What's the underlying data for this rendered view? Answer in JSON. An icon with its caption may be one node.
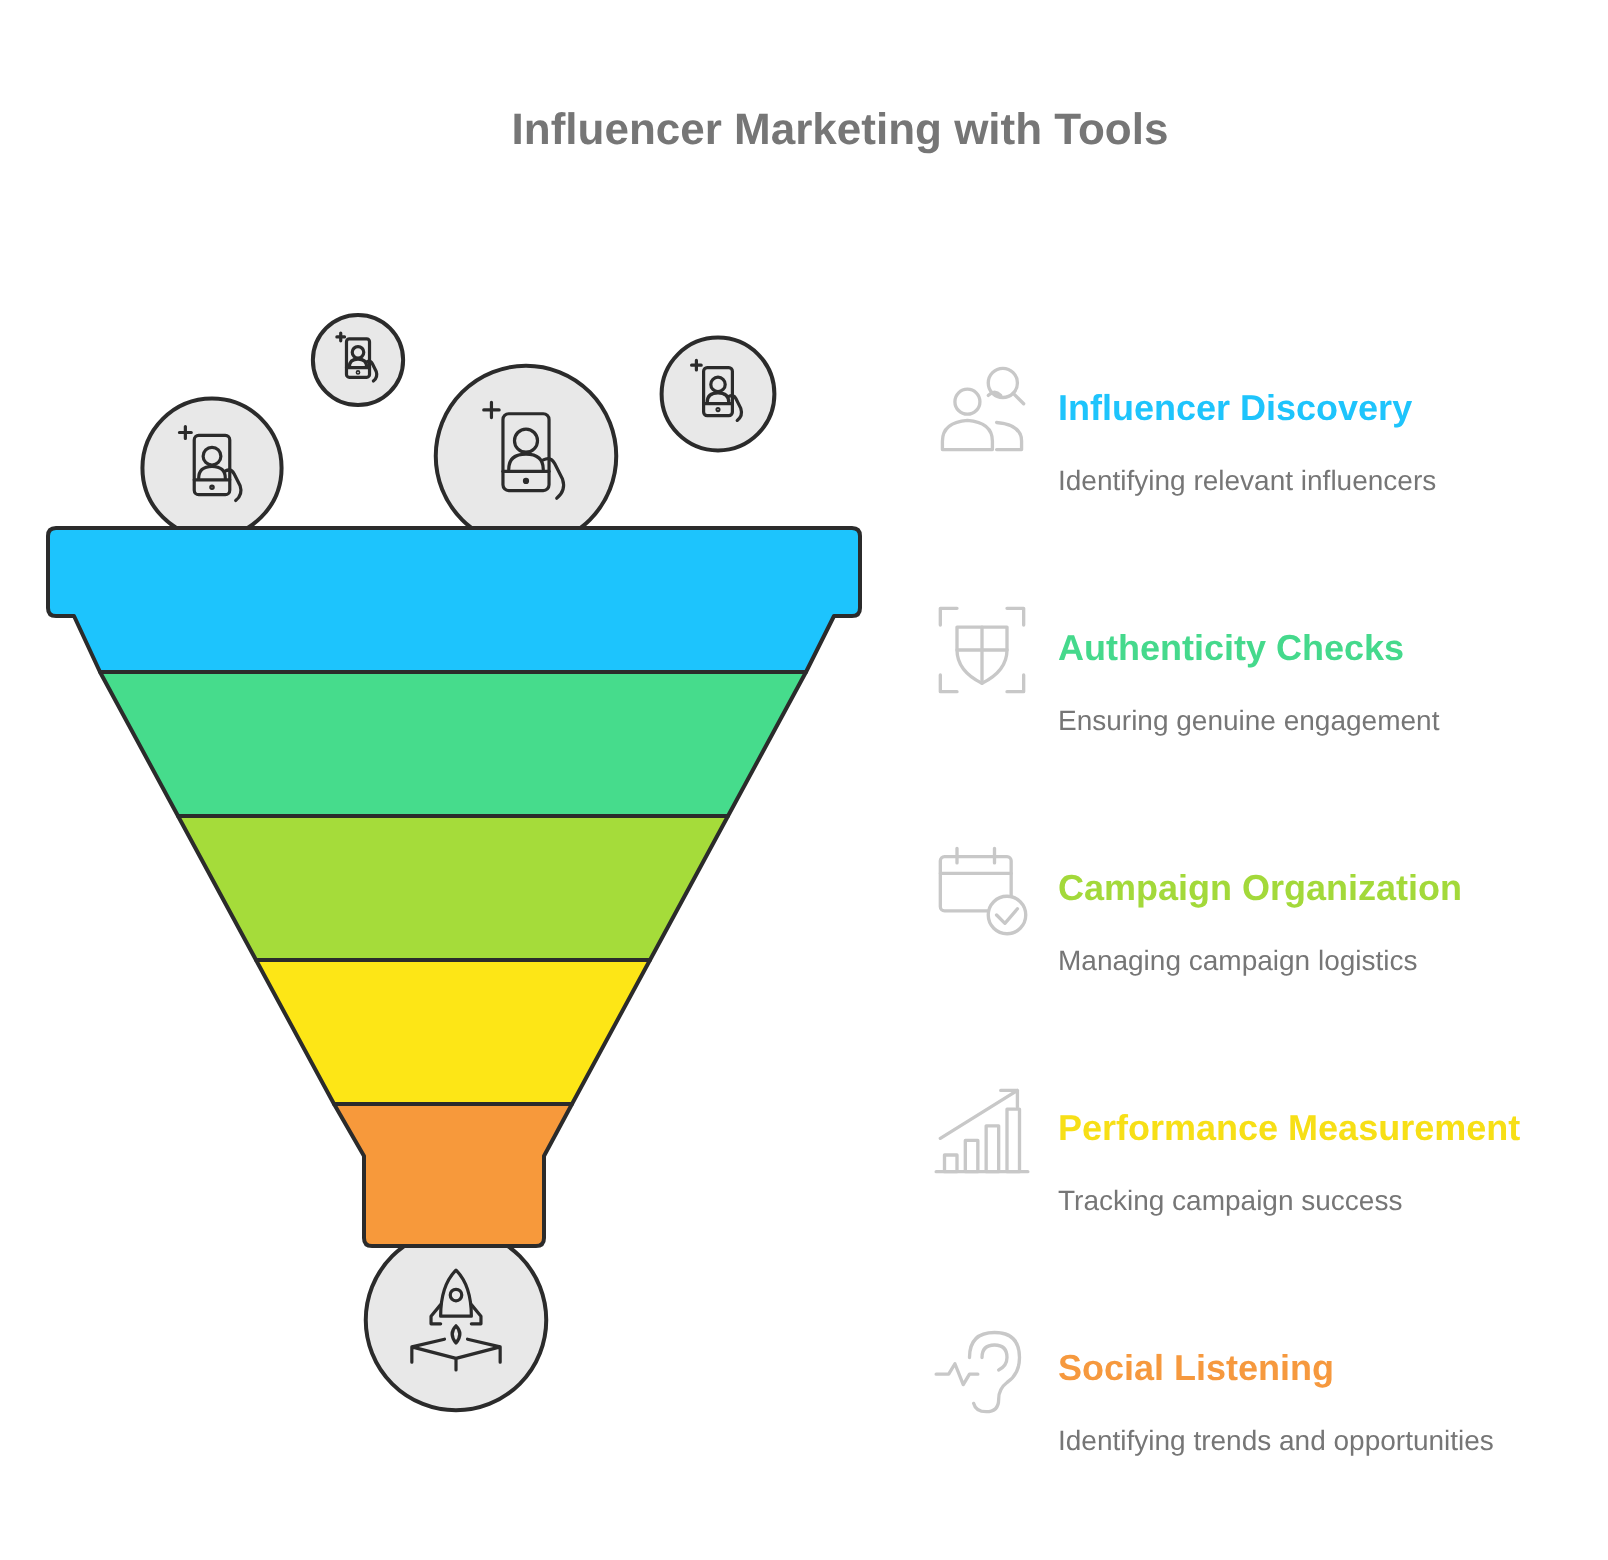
{
  "diagram": {
    "title": "Influencer Marketing with Tools",
    "nodes": [
      {
        "text": [
          "Influencer Discovery",
          "Identifying relevant influencers"
        ]
      },
      {
        "text": [
          "Authenticity Checks",
          "Ensuring genuine engagement"
        ]
      },
      {
        "text": [
          "Campaign Organization",
          "Managing campaign logistics"
        ]
      },
      {
        "text": [
          "Performance Measurement",
          "Tracking campaign success"
        ]
      },
      {
        "text": [
          "Social Listening",
          "Identifying trends and opportunities"
        ]
      }
    ]
  }
}
